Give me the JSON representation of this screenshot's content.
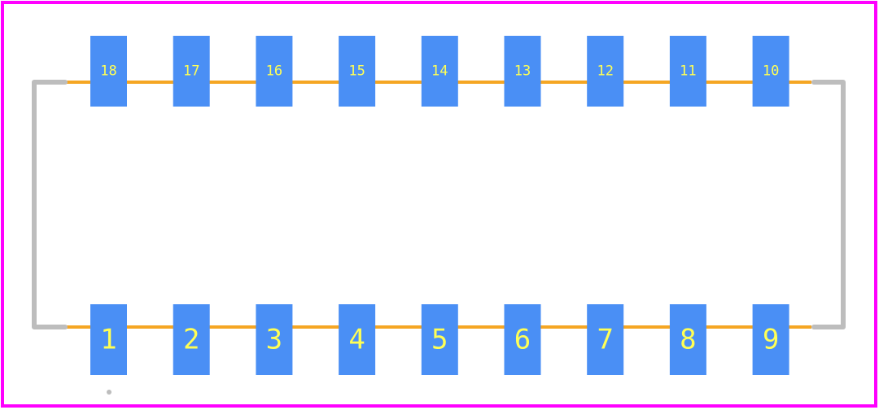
{
  "colors": {
    "background": "#ffffff",
    "board_outline": "#ff00ff",
    "silkscreen": "#bdbdbd",
    "courtyard": "#f5a623",
    "pad": "#4a8ff5",
    "pad_label": "#ffff55"
  },
  "top_pads": [
    "18",
    "17",
    "16",
    "15",
    "14",
    "13",
    "12",
    "11",
    "10"
  ],
  "bottom_pads": [
    "1",
    "2",
    "3",
    "4",
    "5",
    "6",
    "7",
    "8",
    "9"
  ]
}
